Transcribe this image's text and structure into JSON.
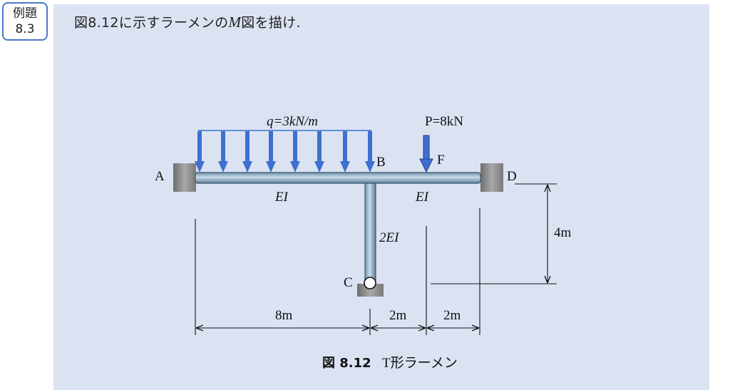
{
  "badge": {
    "line1": "例題",
    "line2": "8.3"
  },
  "problem": {
    "pre": "図8.12に示すラーメンの",
    "var": "M",
    "post": "図を描け."
  },
  "figure": {
    "load_q": "q=3kN/m",
    "load_p": "P=8kN",
    "labels": {
      "A": "A",
      "B": "B",
      "C": "C",
      "D": "D",
      "F": "F"
    },
    "stiffness": {
      "AB": "EI",
      "BD": "EI",
      "BC": "2EI"
    },
    "dims": {
      "span_ab": "8m",
      "span_bf": "2m",
      "span_fd": "2m",
      "height": "4m"
    },
    "caption": {
      "number": "図 8.12",
      "title": "T形ラーメン"
    }
  },
  "colors": {
    "panel": "#dbe3f3",
    "arrow": "#3f6fd0",
    "beam": "#8fb0c8",
    "support": "#8c8c8c",
    "badge_border": "#4a78c8"
  }
}
